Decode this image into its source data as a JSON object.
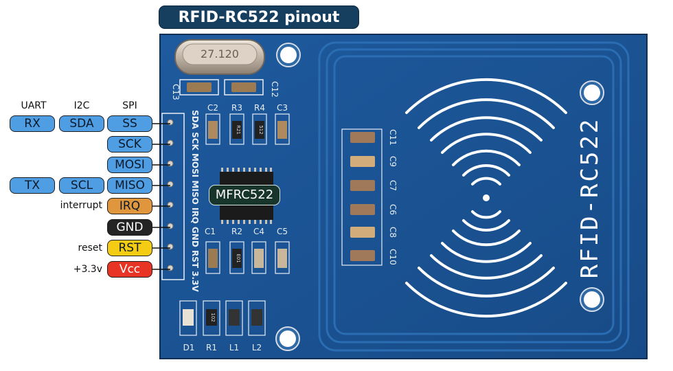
{
  "title": "RFID-RC522 pinout",
  "headers": {
    "uart": "UART",
    "i2c": "I2C",
    "spi": "SPI"
  },
  "pins": [
    {
      "spi": "SS",
      "i2c": "SDA",
      "uart": "RX",
      "color": "#4f9de3"
    },
    {
      "spi": "SCK",
      "color": "#4f9de3"
    },
    {
      "spi": "MOSI",
      "color": "#4f9de3"
    },
    {
      "spi": "MISO",
      "i2c": "SCL",
      "uart": "TX",
      "color": "#4f9de3"
    },
    {
      "spi": "IRQ",
      "note": "interrupt",
      "color": "#e0963d"
    },
    {
      "spi": "GND",
      "color": "#242424"
    },
    {
      "spi": "RST",
      "note": "reset",
      "color": "#f4cc13"
    },
    {
      "spi": "Vcc",
      "note": "+3.3v",
      "color": "#e83424"
    }
  ],
  "chip_label": "MFRC522",
  "board": {
    "crystal": "27.120",
    "silk_vertical": "SDA SCK MOSI MISO IRQ GND RST 3.3V",
    "antenna_label": "RFID-RC522",
    "top_parts": [
      "C2",
      "R3",
      "R4",
      "C3"
    ],
    "top_codes": [
      "",
      "R21",
      "512",
      ""
    ],
    "bottom_parts": [
      "C1",
      "R2",
      "C4",
      "C5"
    ],
    "bottom_codes": [
      "",
      "E01",
      "",
      ""
    ],
    "left_caps": [
      "C13",
      "C12"
    ],
    "column_caps": [
      "C11",
      "C9",
      "C7",
      "C6",
      "C8",
      "C10"
    ],
    "lower_parts": [
      "D1",
      "R1",
      "L1",
      "L2"
    ],
    "lower_codes": [
      "",
      "102",
      "",
      ""
    ]
  }
}
